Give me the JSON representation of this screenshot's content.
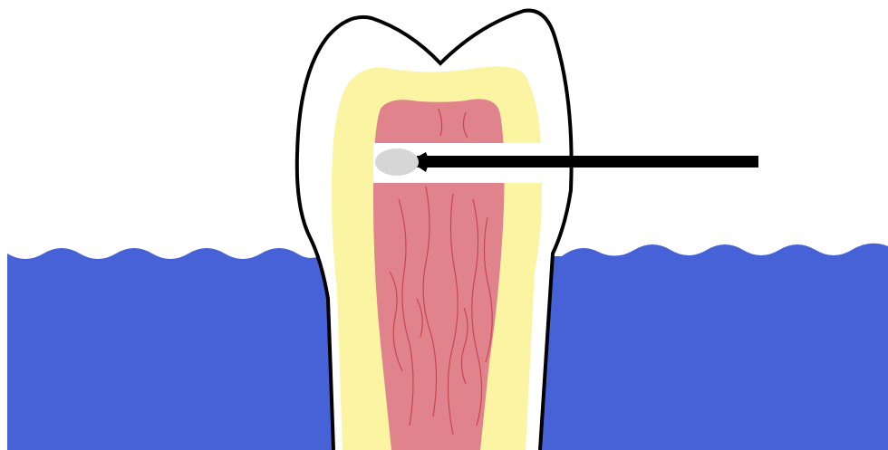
{
  "diagram": {
    "colors": {
      "background": "#ffffff",
      "gum": "#4761d6",
      "tooth_outline": "#000000",
      "enamel": "#ffffff",
      "dentin": "#fbf4a2",
      "pulp": "#e0838c",
      "nerve_lines": "#c8454f",
      "probe_handle": "#000000",
      "probe_tip": "#d6d6d6",
      "access_channel": "#ffffff"
    },
    "parts": [
      "gum-tissue",
      "tooth-crown",
      "enamel",
      "dentin",
      "pulp-chamber",
      "root-canal-nerves",
      "access-cavity",
      "dental-probe"
    ]
  }
}
